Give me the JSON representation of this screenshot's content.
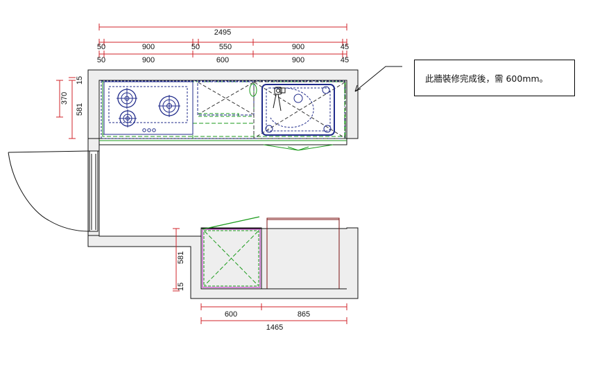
{
  "colors": {
    "dimension": "#d2232a",
    "wall_fill": "#eeeeee",
    "counter_green": "#1a9a1a",
    "appliance_blue": "#1f2a8a",
    "cabinet_magenta": "#c026c8",
    "cabinet_dark_red": "#7a1010"
  },
  "top_dimensions": {
    "total": "2495",
    "row1": [
      "50",
      "900",
      "50",
      "550",
      "900",
      "45"
    ],
    "row2": [
      "50",
      "900",
      "600",
      "900",
      "45"
    ]
  },
  "left_dimensions": {
    "d15": "15",
    "d370": "370",
    "d581": "581"
  },
  "lower_vertical_dimensions": {
    "d581": "581",
    "d15": "15"
  },
  "bottom_dimensions": {
    "d600": "600",
    "d865": "865",
    "total": "1465"
  },
  "note": {
    "text": "此牆裝修完成後，需 600mm。"
  },
  "icons": [
    "gas-burner-icon",
    "sink-icon",
    "faucet-icon",
    "door-swing-icon",
    "dishwasher-icon"
  ]
}
